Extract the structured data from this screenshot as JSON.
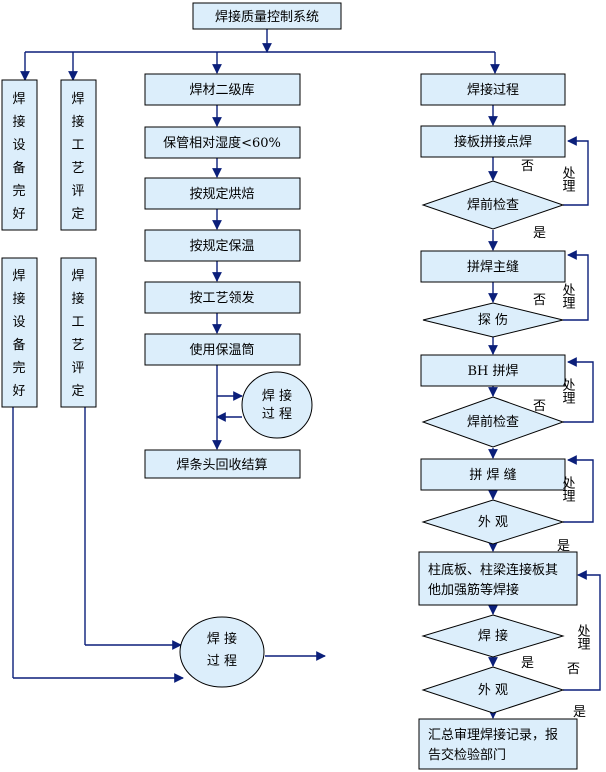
{
  "title": "焊接质量控制系统",
  "left": {
    "col_a": [
      "焊",
      "接",
      "设",
      "备",
      "完",
      "好"
    ],
    "col_b": [
      "焊",
      "接",
      "工",
      "艺",
      "评",
      "定"
    ]
  },
  "middle": {
    "steps": [
      "焊材二级库",
      "保管相对湿度<60%",
      "按规定烘焙",
      "按规定保温",
      "按工艺领发",
      "使用保温筒"
    ],
    "circle_line1": "焊 接",
    "circle_line2": "过 程",
    "recycle": "焊条头回收结算"
  },
  "bottom_circle": {
    "line1": "焊 接",
    "line2": "过 程"
  },
  "right": {
    "header": "焊接过程",
    "s1": "接板拼接点焊",
    "d1": "焊前检查",
    "s2": "拼焊主缝",
    "d2": "探 伤",
    "s3": "BH 拼焊",
    "d3": "焊前检查",
    "s4": "拼 焊 缝",
    "d4": "外 观",
    "s5_line1": "柱底板、柱梁连接板其",
    "s5_line2": "他加强筋等焊接",
    "d5": "焊 接",
    "d6": "外 观",
    "s6_line1": "汇总审理焊接记录，报",
    "s6_line2": "告交检验部门"
  },
  "labels": {
    "no": "否",
    "yes": "是",
    "handle": "处理"
  },
  "colors": {
    "box_fill": "#dceefb",
    "line": "#0b1f7a"
  }
}
